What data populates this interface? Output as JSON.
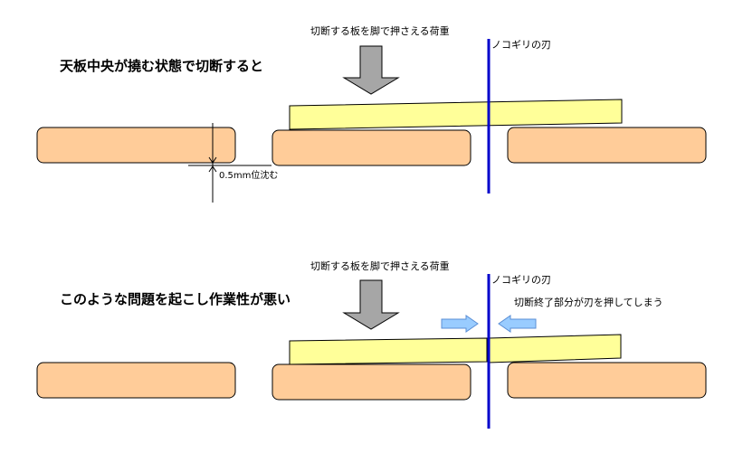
{
  "upper": {
    "heading": "天板中央が撓む状態で切断すると",
    "load_label": "切断する板を脚で押さえる荷重",
    "blade_label": "ノコギリの刃",
    "sink_label": "0.5mm位沈む"
  },
  "lower": {
    "heading": "このような問題を起こし作業性が悪い",
    "load_label": "切断する板を脚で押さえる荷重",
    "blade_label": "ノコギリの刃",
    "pinch_label": "切断終了部分が刃を押してしまう"
  },
  "colors": {
    "support": "#FFCC99",
    "board": "#FFFF99",
    "arrow_gray": "#A6A6A6",
    "arrow_blue": "#99CCFF",
    "blade": "#0000CC",
    "outline": "#000000"
  }
}
